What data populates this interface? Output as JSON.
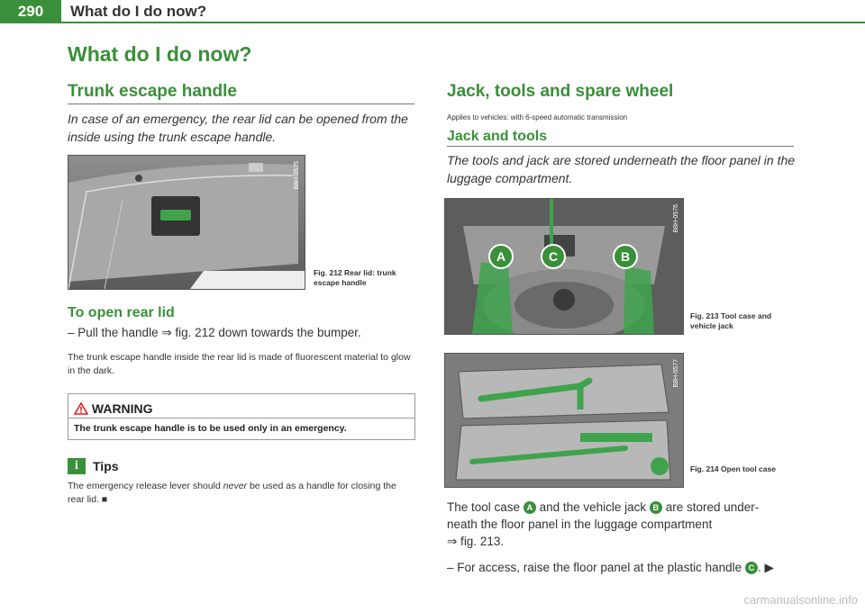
{
  "header": {
    "page_number": "290",
    "running_title": "What do I do now?"
  },
  "title": "What do I do now?",
  "left": {
    "heading": "Trunk escape handle",
    "intro": "In case of an emergency, the rear lid can be opened from the inside using the trunk escape handle.",
    "figure": {
      "code": "B8H-0575",
      "caption_num": "Fig. 212",
      "caption_text": "Rear lid: trunk escape handle"
    },
    "subheading": "To open rear lid",
    "step": "– Pull the handle ⇒ fig. 212 down towards the bumper.",
    "note": "The trunk escape handle inside the rear lid is made of fluorescent material to glow in the dark.",
    "warning": {
      "title": "WARNING",
      "text": "The trunk escape handle is to be used only in an emergency."
    },
    "tips": {
      "title": "Tips",
      "text_before": "The emergency release lever should ",
      "text_emph": "never",
      "text_after": " be used as a handle for closing the rear lid. ■"
    }
  },
  "right": {
    "heading": "Jack, tools and spare wheel",
    "applies": "Applies to vehicles: with 6-speed automatic transmission",
    "subheading": "Jack and tools",
    "intro": "The tools and jack are stored underneath the floor panel in the luggage compartment.",
    "fig213": {
      "code": "B8H-0576",
      "caption_num": "Fig. 213",
      "caption_text": "Tool case and vehicle jack",
      "labels": [
        "A",
        "C",
        "B"
      ]
    },
    "fig214": {
      "code": "B8H-0577",
      "caption_num": "Fig. 214",
      "caption_text": "Open tool case"
    },
    "para_1": "The tool case",
    "para_a": "A",
    "para_2": "and the vehicle jack",
    "para_b": "B",
    "para_3": "are stored under-",
    "para_line2": "neath the floor panel in the luggage compartment",
    "para_line3": "⇒ fig. 213.",
    "step_text": "– For access, raise the floor panel at the plastic handle",
    "step_c": "C",
    "step_end": ". ▶"
  },
  "watermark": "carmanualsonline.info"
}
